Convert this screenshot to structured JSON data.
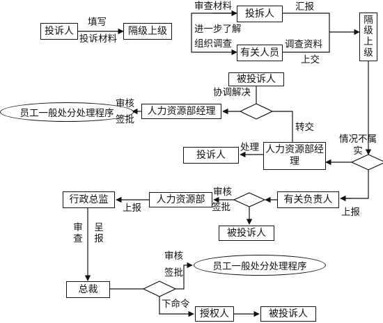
{
  "nodes": {
    "complainant_1": "投诉人",
    "superior_1": "隔级上级",
    "complaint_receiver": "投拆人",
    "related_staff": "有关人员",
    "superior_2": "隔级上级",
    "accused_1": "被投诉人",
    "general_procedure_1": "员工一般处分处理程序",
    "hr_manager_1": "人力资源部经理",
    "hr_manager_2": "人力资源部经理",
    "complainant_2": "投诉人",
    "admin_director": "行政总监",
    "hr_department": "人力资源部",
    "responsible_person": "有关负责人",
    "accused_2": "被投诉人",
    "president": "总裁",
    "general_procedure_2": "员工一般处分处理程序",
    "authorized_person": "授权人",
    "accused_3": "被投诉人"
  },
  "labels": {
    "fill_in": "填写",
    "complaint_materials": "投诉材料",
    "review_materials": "审查材料",
    "report_up": "汇报",
    "further_understand": "进一步了解",
    "organize_investigation": "组织调查",
    "investigation_data": "调查资料",
    "submit": "上交",
    "coordinate_resolve": "协调解决",
    "review_1": "审核",
    "approve_1": "签批",
    "transfer": "转交",
    "handle": "处理",
    "situation_not_true": "情况不属实",
    "review_2": "审核",
    "approve_2": "签批",
    "report_2": "上报",
    "report_3": "上报",
    "examine": "审查",
    "present": "呈报",
    "review_3": "审核",
    "approve_3": "签批",
    "issue_order": "下命令"
  }
}
